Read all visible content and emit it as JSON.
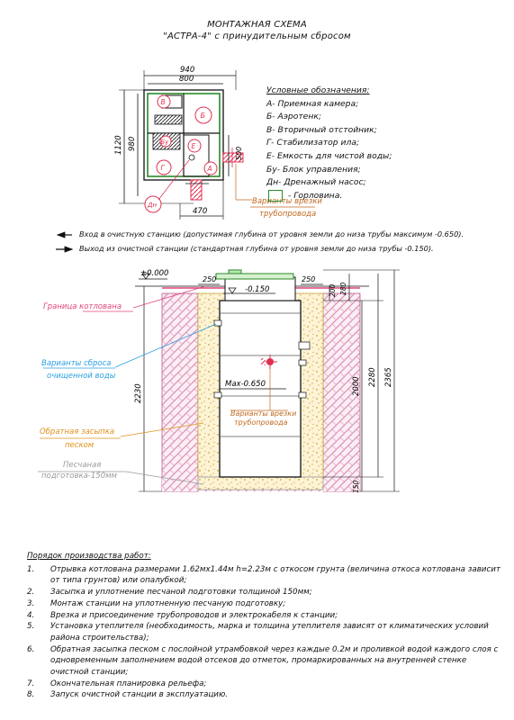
{
  "title": {
    "line1": "МОНТАЖНАЯ СХЕМА",
    "line2": "\"АСТРА-4\" с принудительным сбросом"
  },
  "plan": {
    "dim_940": "940",
    "dim_800": "800",
    "dim_1120": "1120",
    "dim_980": "980",
    "dim_500": "500",
    "dim_470": "470",
    "labels": {
      "v": "В",
      "b": "Б",
      "bu": "Бу",
      "e": "Е",
      "g": "Г",
      "a": "А",
      "dn": "Дн"
    },
    "pipe_variants_line1": "Варианты врезки",
    "pipe_variants_line2": "трубопровода"
  },
  "legend": {
    "header": "Условные обозначения:",
    "items": [
      "А- Приемная камера;",
      "Б- Аэротенк;",
      "В- Вторичный отстойник;",
      "Г- Стабилизатор ила;",
      "Е- Емкость для чистой воды;",
      "Бу- Блок управления;",
      "Дн- Дренажный насос;"
    ],
    "swatch_label": "- Горловина."
  },
  "notes": {
    "inlet": "Вход в очистную станцию (допустимая глубина от уровня земли до низа трубы максимум -0.650).",
    "outlet": "Выход из очистной станции (стандартная глубина от уровня земли до низа трубы -0.150)."
  },
  "section": {
    "zero": "±0.000",
    "d250a": "250",
    "d250b": "250",
    "d200": "200",
    "d280": "280",
    "d2000": "2000",
    "d2280": "2280",
    "d2365": "2365",
    "d2230": "2230",
    "d150": "150",
    "level_top": "-0.150",
    "level_max": "Max-0.650",
    "pit_boundary": "Граница котлована",
    "discharge_line1": "Варианты сброса",
    "discharge_line2": "очищенной воды",
    "backfill_line1": "Обратная засыпка",
    "backfill_line2": "песком",
    "sand_line1": "Песчаная",
    "sand_line2": "подготовка-150мм",
    "pipe_line1": "Варианты врезки",
    "pipe_line2": "трубопровода"
  },
  "procedure": {
    "header": "Порядок производства работ:",
    "steps": [
      {
        "n": "1.",
        "text": "Отрывка котлована размерами 1.62мх1.44м h=2.23м с откосом грунта (величина откоса котлована зависит от типа грунтов) или опалубкой;"
      },
      {
        "n": "2.",
        "text": "Засыпка и уплотнение песчаной подготовки толщиной 150мм;"
      },
      {
        "n": "3.",
        "text": "Монтаж станции на уплотненную песчаную подготовку;"
      },
      {
        "n": "4.",
        "text": "Врезка и присоединение трубопроводов и электрокабеля к станции;"
      },
      {
        "n": "5.",
        "text": "Установка утеплителя (необходимость, марка и толщина утеплителя зависят от климатических условий района строительства);"
      },
      {
        "n": "6.",
        "text": "Обратная засыпка песком с послойной утрамбовкой через каждые 0.2м и проливкой водой каждого слоя с одновременным заполнением водой отсеков до отметок, промаркированных на внутренней стенке очистной станции;"
      },
      {
        "n": "7.",
        "text": "Окончательная планировка рельефа;"
      },
      {
        "n": "8.",
        "text": "Запуск очистной станции в эксплуатацию."
      }
    ]
  },
  "colors": {
    "pit_label": "#e0457a",
    "discharge_label": "#2aa0e0",
    "backfill_label": "#e0901a",
    "sand_label": "#9a9a9a",
    "pipe_label": "#c06a20",
    "hatch_soil": "#d58ab0",
    "hatch_sand": "#d8b848",
    "hatch_red": "#e03050",
    "green": "#2a8a2a"
  }
}
